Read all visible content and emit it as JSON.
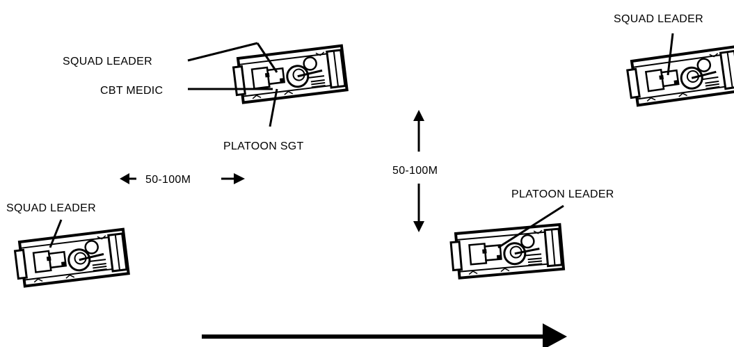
{
  "labels": {
    "squad_leader_top_left": "SQUAD LEADER",
    "cbt_medic": "CBT MEDIC",
    "platoon_sgt": "PLATOON SGT",
    "squad_leader_top_right": "SQUAD LEADER",
    "squad_leader_left": "SQUAD LEADER",
    "platoon_leader": "PLATOON LEADER"
  },
  "distances": {
    "horizontal": "50-100M",
    "vertical": "50-100M"
  },
  "icons": {
    "vehicle": "armored-personnel-carrier-icon",
    "direction": "direction-of-movement-arrow"
  },
  "colors": {
    "ink": "#000000",
    "background": "#ffffff"
  }
}
